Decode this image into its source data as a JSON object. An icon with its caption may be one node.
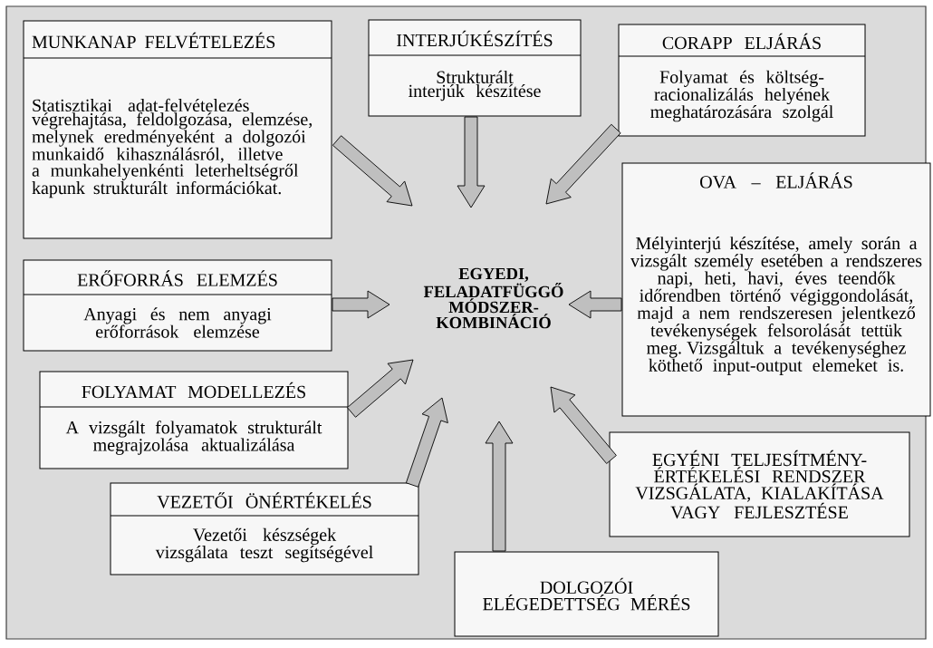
{
  "diagram": {
    "nodes": [
      {
        "text": [
          "MUNKANAP FELVÉTELEZÉS",
          "Statisztikai adat-felvételezés végrehajtása, feldolgozása, elemzése, melynek eredményeként a dolgozói munkaidő kihasználásról, illetve a munkahelyenkénti leterheltségről kapunk strukturált információkat."
        ]
      },
      {
        "text": [
          "INTERJÚKÉSZÍTÉS",
          "Strukturált interjúk készítése"
        ]
      },
      {
        "text": [
          "CORAPP ELJÁRÁS",
          "Folyamat és költség-racionalizálás helyének meghatározására szolgál"
        ]
      },
      {
        "text": [
          "OVA – ELJÁRÁS",
          "Mélyinterjú készítése, amely során a vizsgált személy esetében a rendszeres napi, heti, havi, éves teendők időrendben történő végiggondolását, majd a nem rendszeresen jelentkező tevékenységek felsorolását tettük meg. Vizsgáltuk a tevékenységhez köthető input-output elemeket is."
        ]
      },
      {
        "text": [
          "ERŐFORRÁS ELEMZÉS",
          "Anyagi és nem anyagi erőforrások elemzése"
        ]
      },
      {
        "text": [
          "EGYEDI, FELADATFÜGGŐ MÓDSZER-KOMBINÁCIÓ"
        ]
      },
      {
        "text": [
          "FOLYAMAT MODELLEZÉS",
          "A vizsgált folyamatok strukturált megrajzolása aktualizálása"
        ]
      },
      {
        "text": [
          "EGYÉNI TELJESÍTMÉNY-ÉRTÉKELÉSI RENDSZER VIZSGÁLATA, KIALAKÍTÁSA VAGY FEJLESZTÉSE"
        ]
      },
      {
        "text": [
          "VEZETŐI ÖNÉRTÉKELÉS",
          "Vezetői készségek vizsgálata teszt segítségével"
        ]
      },
      {
        "text": [
          "DOLGOZÓI ELÉGEDETTSÉG MÉRÉS"
        ]
      }
    ],
    "edges": [
      {
        "from": 0,
        "to": 5,
        "arrow": "to"
      },
      {
        "from": 1,
        "to": 5,
        "arrow": "to"
      },
      {
        "from": 2,
        "to": 5,
        "arrow": "to"
      },
      {
        "from": 3,
        "to": 5,
        "arrow": "to"
      },
      {
        "from": 4,
        "to": 5,
        "arrow": "to"
      },
      {
        "from": 6,
        "to": 5,
        "arrow": "to"
      },
      {
        "from": 8,
        "to": 5,
        "arrow": "to"
      },
      {
        "from": 7,
        "to": 5,
        "arrow": "to"
      },
      {
        "from": 9,
        "to": 5,
        "arrow": "to"
      }
    ]
  }
}
